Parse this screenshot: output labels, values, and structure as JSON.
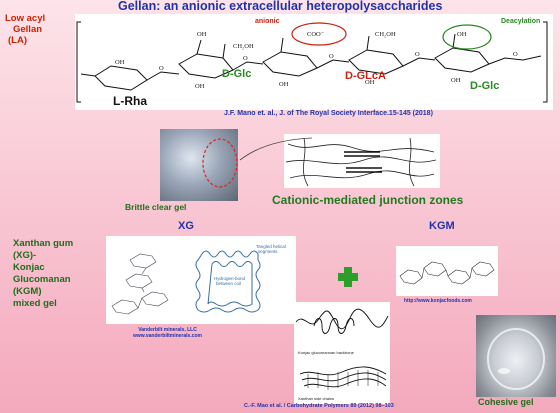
{
  "title": "Gellan: an anionic extracellular heteropolysaccharides",
  "low_acyl_label": [
    "Low acyl",
    "Gellan",
    "(LA)"
  ],
  "structure": {
    "units": [
      "L-Rha",
      "D-Glc",
      "D-GLcA",
      "D-Glc"
    ],
    "anionic_label": "anionic",
    "deacylation_label": "Deacylation"
  },
  "citation_mano": "J.F. Mano et. al., J. of The Royal Society Interface.15-145 (2018)",
  "brittle_label": "Brittle clear gel",
  "junction_label": "Cationic-mediated junction zones",
  "mixed_gel": {
    "lines": [
      "Xanthan gum",
      "(XG)-",
      "Konjac",
      "Glucomanan",
      "(KGM)",
      "mixed gel"
    ],
    "xg_header": "XG",
    "kgm_header": "KGM",
    "xg_citation": [
      "Vanderbilt minerals, LLC",
      "www.vanderbiltminerals.com"
    ],
    "kgm_url": "http://www.konjacfoods.com",
    "mao_citation": "C.-F. Mao et al. / Carbohydrate Polymers 89 (2012) 98–103",
    "cohesive_label": "Cohesive gel"
  },
  "colors": {
    "title_blue": "#2233aa",
    "label_green": "#1e6e1a",
    "label_red": "#cc2211",
    "plus_green": "#2e9e2a"
  }
}
